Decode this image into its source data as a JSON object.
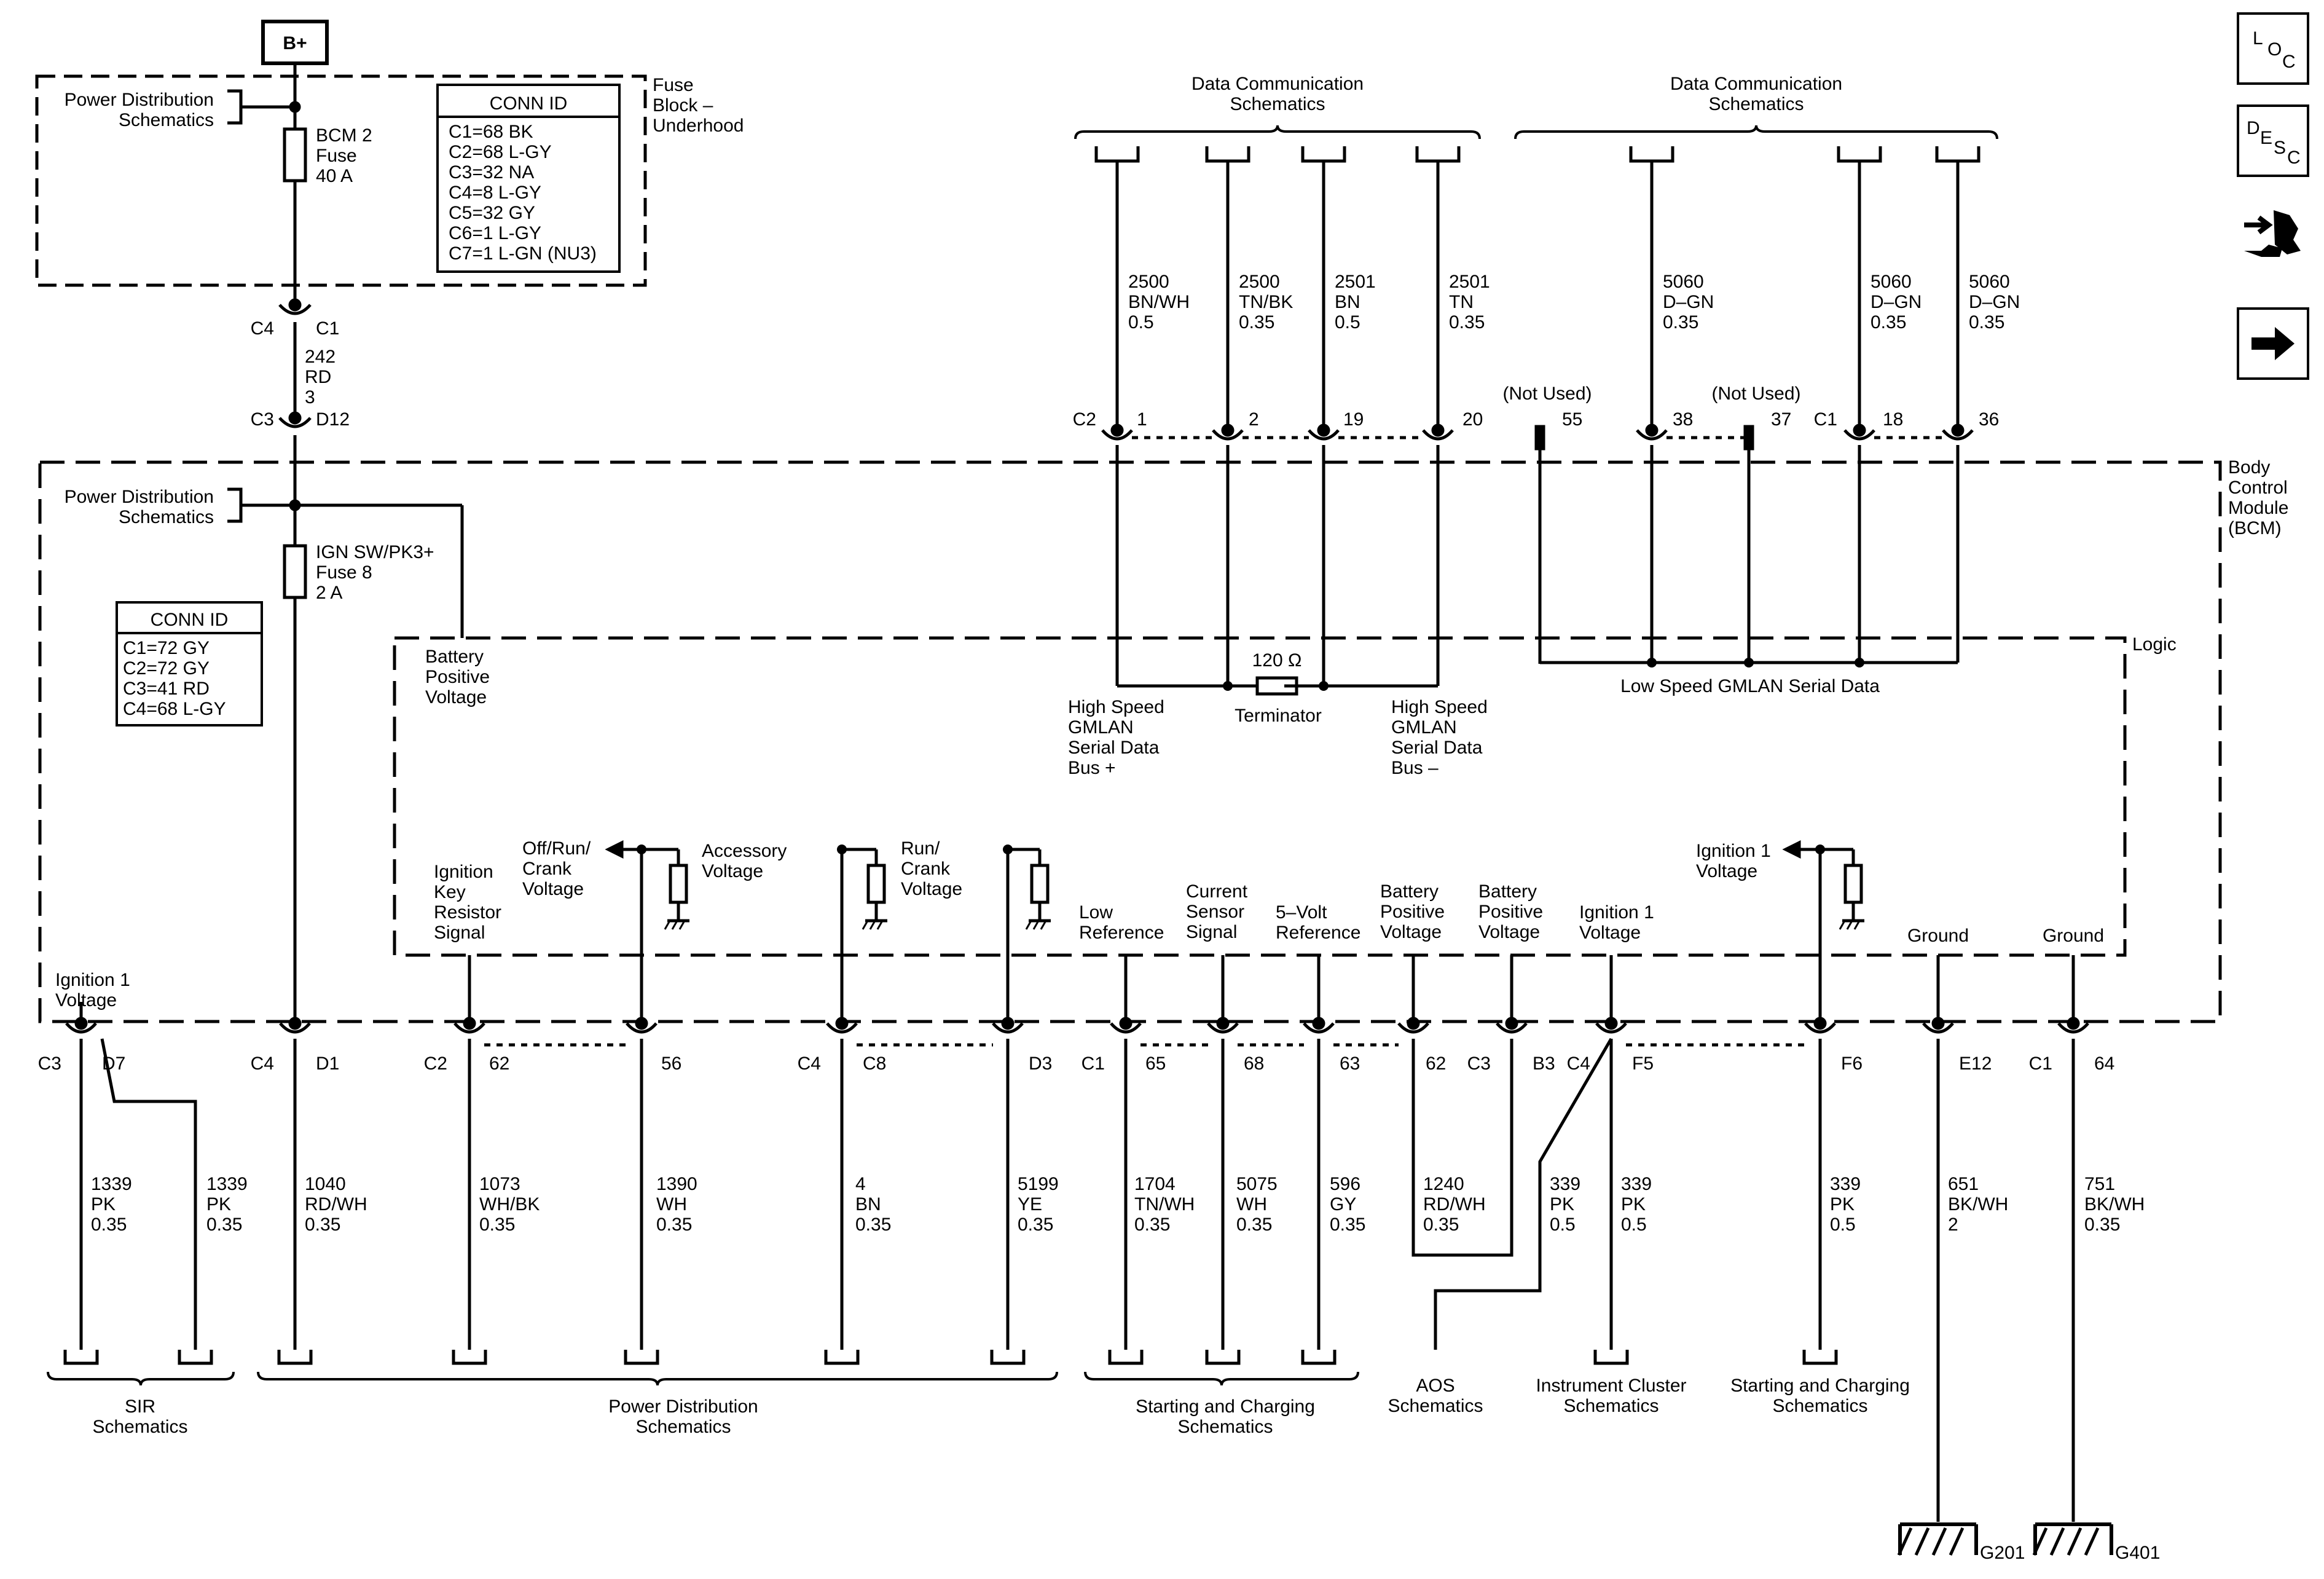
{
  "bplus": "B+",
  "fuse_block": {
    "title_lines": [
      "Fuse",
      "Block –",
      "Underhood"
    ]
  },
  "pds_top_lines": [
    "Power Distribution",
    "Schematics"
  ],
  "bcm2_fuse_lines": [
    "BCM 2",
    "Fuse",
    "40 A"
  ],
  "conn_id_top": {
    "title": "CONN ID",
    "rows": [
      "C1=68 BK",
      "C2=68 L-GY",
      "C3=32 NA",
      "C4=8 L-GY",
      "C5=32 GY",
      "C6=1 L-GY",
      "C7=1 L-GN (NU3)"
    ]
  },
  "feed_conn_top": {
    "left": "C4",
    "right": "C1"
  },
  "feed_wire_lines": [
    "242",
    "RD",
    "3"
  ],
  "feed_conn_bottom": {
    "left": "C3",
    "right": "D12"
  },
  "bcm": {
    "title_lines": [
      "Body",
      "Control",
      "Module",
      "(BCM)"
    ],
    "pds_lines": [
      "Power Distribution",
      "Schematics"
    ],
    "ign_fuse_lines": [
      "IGN SW/PK3+",
      "Fuse 8",
      "2 A"
    ],
    "conn_id": {
      "title": "CONN ID",
      "rows": [
        "C1=72 GY",
        "C2=72 GY",
        "C3=41 RD",
        "C4=68 L-GY"
      ]
    },
    "logic_label": "Logic",
    "battery_positive_lines": [
      "Battery",
      "Positive",
      "Voltage"
    ],
    "terminator": {
      "value": "120 Ω",
      "label": "Terminator"
    },
    "hs_plus_lines": [
      "High Speed",
      "GMLAN",
      "Serial Data",
      "Bus +"
    ],
    "hs_minus_lines": [
      "High Speed",
      "GMLAN",
      "Serial Data",
      "Bus –"
    ],
    "ls_gmlan_label": "Low Speed GMLAN Serial Data",
    "ign1_left_lines": [
      "Ignition 1",
      "Voltage"
    ],
    "sig_ign_key_lines": [
      "Ignition",
      "Key",
      "Resistor",
      "Signal"
    ],
    "sig_offruncrank_lines": [
      "Off/Run/",
      "Crank",
      "Voltage"
    ],
    "sig_accessory_lines": [
      "Accessory",
      "Voltage"
    ],
    "sig_runcrank_lines": [
      "Run/",
      "Crank",
      "Voltage"
    ],
    "sig_low_ref_lines": [
      "Low",
      "Reference"
    ],
    "sig_current_sensor_lines": [
      "Current",
      "Sensor",
      "Signal"
    ],
    "sig_5v_ref_lines": [
      "5–Volt",
      "Reference"
    ],
    "sig_batt_pos1_lines": [
      "Battery",
      "Positive",
      "Voltage"
    ],
    "sig_batt_pos2_lines": [
      "Battery",
      "Positive",
      "Voltage"
    ],
    "sig_ign1_lines": [
      "Ignition 1",
      "Voltage"
    ],
    "sig_ign1_right_lines": [
      "Ignition 1",
      "Voltage"
    ],
    "sig_ground1": "Ground",
    "sig_ground2": "Ground"
  },
  "dcs_left_lines": [
    "Data Communication",
    "Schematics"
  ],
  "dcs_right_lines": [
    "Data Communication",
    "Schematics"
  ],
  "top_pins": {
    "c2": "C2",
    "p1": "1",
    "p2": "2",
    "p19": "19",
    "p20": "20",
    "not_used_1": "(Not Used)",
    "p55": "55",
    "p38": "38",
    "not_used_2": "(Not Used)",
    "p37": "37",
    "c1": "C1",
    "p18": "18",
    "p36": "36"
  },
  "top_wires": [
    {
      "lines": [
        "2500",
        "BN/WH",
        "0.5"
      ]
    },
    {
      "lines": [
        "2500",
        "TN/BK",
        "0.35"
      ]
    },
    {
      "lines": [
        "2501",
        "BN",
        "0.5"
      ]
    },
    {
      "lines": [
        "2501",
        "TN",
        "0.35"
      ]
    },
    {
      "lines": [
        "5060",
        "D–GN",
        "0.35"
      ]
    },
    {
      "lines": [
        "5060",
        "D–GN",
        "0.35"
      ]
    },
    {
      "lines": [
        "5060",
        "D–GN",
        "0.35"
      ]
    }
  ],
  "bottom_pins": {
    "c3": "C3",
    "d7": "D7",
    "c4a": "C4",
    "d1": "D1",
    "c2": "C2",
    "p62a": "62",
    "p56": "56",
    "c4b": "C4",
    "c8": "C8",
    "d3": "D3",
    "c1a": "C1",
    "p65": "65",
    "p68": "68",
    "p63": "63",
    "p62b": "62",
    "c3b": "C3",
    "b3": "B3",
    "c4c": "C4",
    "f5": "F5",
    "f6": "F6",
    "e12": "E12",
    "c1b": "C1",
    "p64": "64"
  },
  "bottom_wires": [
    {
      "lines": [
        "1339",
        "PK",
        "0.35"
      ]
    },
    {
      "lines": [
        "1339",
        "PK",
        "0.35"
      ]
    },
    {
      "lines": [
        "1040",
        "RD/WH",
        "0.35"
      ]
    },
    {
      "lines": [
        "1073",
        "WH/BK",
        "0.35"
      ]
    },
    {
      "lines": [
        "1390",
        "WH",
        "0.35"
      ]
    },
    {
      "lines": [
        "4",
        "BN",
        "0.35"
      ]
    },
    {
      "lines": [
        "5199",
        "YE",
        "0.35"
      ]
    },
    {
      "lines": [
        "1704",
        "TN/WH",
        "0.35"
      ]
    },
    {
      "lines": [
        "5075",
        "WH",
        "0.35"
      ]
    },
    {
      "lines": [
        "596",
        "GY",
        "0.35"
      ]
    },
    {
      "lines": [
        "1240",
        "RD/WH",
        "0.35"
      ]
    },
    {
      "lines": [
        "339",
        "PK",
        "0.5"
      ]
    },
    {
      "lines": [
        "339",
        "PK",
        "0.5"
      ]
    },
    {
      "lines": [
        "339",
        "PK",
        "0.5"
      ]
    },
    {
      "lines": [
        "651",
        "BK/WH",
        "2"
      ]
    },
    {
      "lines": [
        "751",
        "BK/WH",
        "0.35"
      ]
    }
  ],
  "destinations": {
    "sir_lines": [
      "SIR",
      "Schematics"
    ],
    "pds_lines": [
      "Power Distribution",
      "Schematics"
    ],
    "scs_lines": [
      "Starting and Charging",
      "Schematics"
    ],
    "aos_lines": [
      "AOS",
      "Schematics"
    ],
    "ic_lines": [
      "Instrument Cluster",
      "Schematics"
    ],
    "scs2_lines": [
      "Starting and Charging",
      "Schematics"
    ]
  },
  "grounds": {
    "g201": "G201",
    "g401": "G401"
  },
  "side_buttons": {
    "loc": [
      "L",
      "O",
      "C"
    ],
    "desc": [
      "D",
      "E",
      "S",
      "C"
    ],
    "connector_icon": "connector-repair-icon",
    "next_icon": "arrow-right-icon"
  }
}
